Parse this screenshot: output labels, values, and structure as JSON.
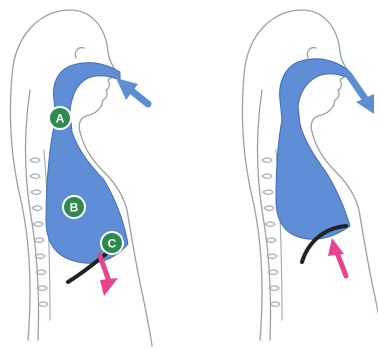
{
  "labels": {
    "a": "A",
    "b": "B",
    "c": "C"
  },
  "colors": {
    "lung": "#5f8ed6",
    "lung_stroke": "#3f6db8",
    "air_arrow": "#5b8fd2",
    "diaphragm_arrow": "#e8438f",
    "label_badge": "#2f8a4d",
    "diaphragm": "#222222"
  },
  "panels": [
    {
      "air_flow": "in",
      "diaphragm_motion": "down"
    },
    {
      "air_flow": "out",
      "diaphragm_motion": "up"
    }
  ]
}
